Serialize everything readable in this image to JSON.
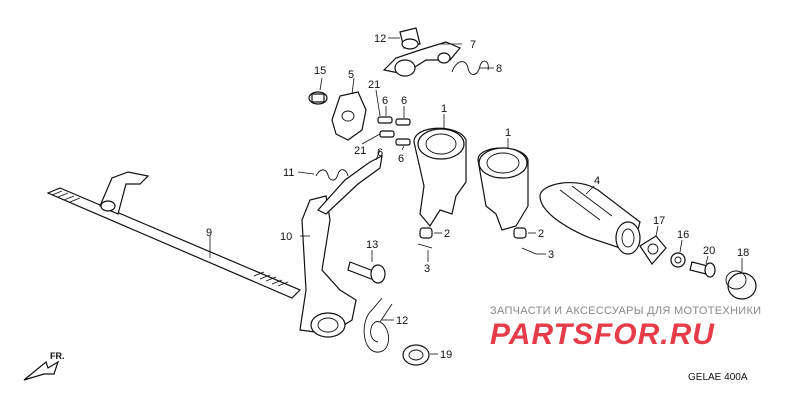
{
  "diagram": {
    "callouts": [
      {
        "id": "c12a",
        "label": "12"
      },
      {
        "id": "c7",
        "label": "7"
      },
      {
        "id": "c8",
        "label": "8"
      },
      {
        "id": "c15",
        "label": "15"
      },
      {
        "id": "c5",
        "label": "5"
      },
      {
        "id": "c21a",
        "label": "21"
      },
      {
        "id": "c6a",
        "label": "6"
      },
      {
        "id": "c6b",
        "label": "6"
      },
      {
        "id": "c6c",
        "label": "6"
      },
      {
        "id": "c21b",
        "label": "21"
      },
      {
        "id": "c1a",
        "label": "1"
      },
      {
        "id": "c1b",
        "label": "1"
      },
      {
        "id": "c11",
        "label": "11"
      },
      {
        "id": "c6d",
        "label": "6"
      },
      {
        "id": "c4",
        "label": "4"
      },
      {
        "id": "c9",
        "label": "9"
      },
      {
        "id": "c10",
        "label": "10"
      },
      {
        "id": "c2a",
        "label": "2"
      },
      {
        "id": "c2b",
        "label": "2"
      },
      {
        "id": "c3a",
        "label": "3"
      },
      {
        "id": "c3b",
        "label": "3"
      },
      {
        "id": "c17",
        "label": "17"
      },
      {
        "id": "c16",
        "label": "16"
      },
      {
        "id": "c20",
        "label": "20"
      },
      {
        "id": "c18",
        "label": "18"
      },
      {
        "id": "c13",
        "label": "13"
      },
      {
        "id": "c12b",
        "label": "12"
      },
      {
        "id": "c19",
        "label": "19"
      }
    ],
    "direction_label": "FR.",
    "drawing_code": "GELAE 400A"
  },
  "watermark": {
    "tagline": "ЗАПЧАСТИ И АКСЕССУАРЫ ДЛЯ МОТОТЕХНИКИ",
    "logo": "PARTSFOR.RU"
  },
  "colors": {
    "line": "#111111",
    "watermark_logo": "#e63c4a",
    "watermark_text": "#888888"
  }
}
